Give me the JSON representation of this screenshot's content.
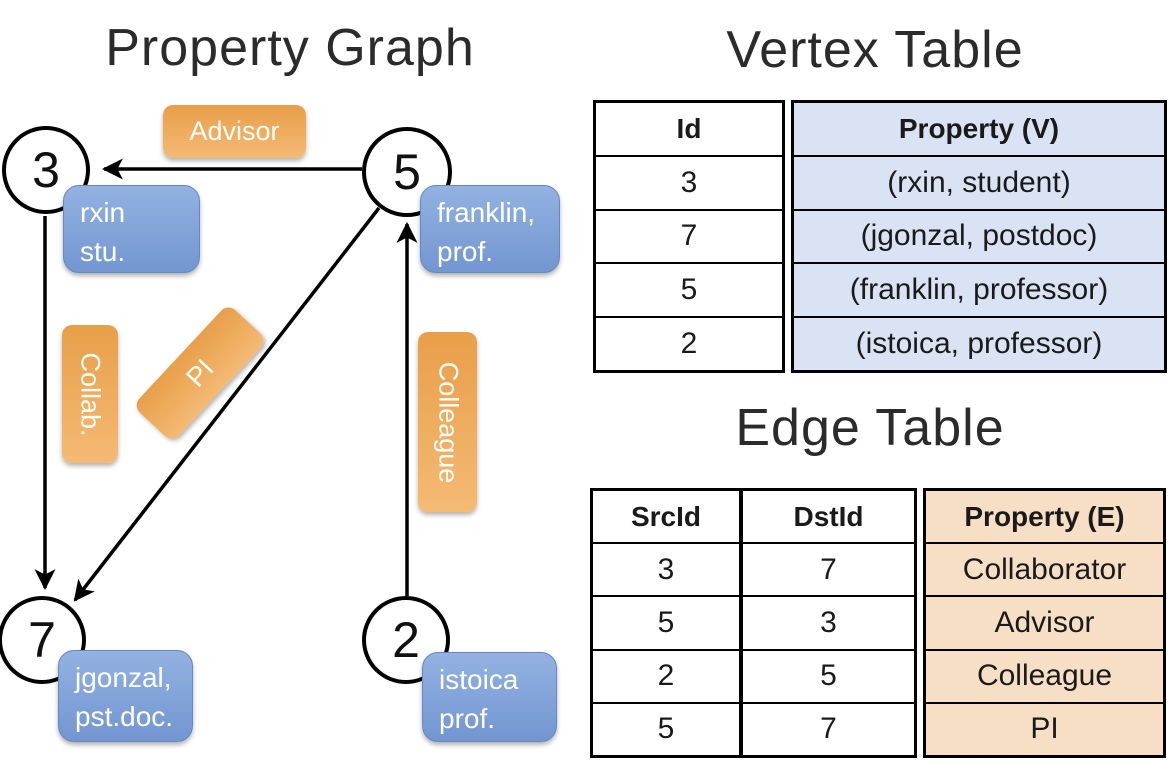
{
  "titles": {
    "graph": "Property Graph",
    "vertex_table": "Vertex Table",
    "edge_table": "Edge Table"
  },
  "graph": {
    "nodes": [
      {
        "id": "3"
      },
      {
        "id": "5"
      },
      {
        "id": "7"
      },
      {
        "id": "2"
      }
    ],
    "vertex_labels": [
      {
        "lines": [
          "rxin",
          "stu."
        ]
      },
      {
        "lines": [
          "franklin,",
          "prof."
        ]
      },
      {
        "lines": [
          "jgonzal,",
          "pst.doc."
        ]
      },
      {
        "lines": [
          "istoica",
          "prof."
        ]
      }
    ],
    "edge_labels": [
      {
        "label": "Advisor"
      },
      {
        "label": "Collab."
      },
      {
        "label": "PI"
      },
      {
        "label": "Colleague"
      }
    ],
    "edges": [
      {
        "from": "5",
        "to": "3",
        "label": "Advisor"
      },
      {
        "from": "3",
        "to": "7",
        "label": "Collab."
      },
      {
        "from": "5",
        "to": "7",
        "label": "PI"
      },
      {
        "from": "2",
        "to": "5",
        "label": "Colleague"
      }
    ]
  },
  "vertex_table": {
    "headers": [
      "Id",
      "Property (V)"
    ],
    "rows": [
      [
        "3",
        "(rxin, student)"
      ],
      [
        "7",
        "(jgonzal, postdoc)"
      ],
      [
        "5",
        "(franklin, professor)"
      ],
      [
        "2",
        "(istoica, professor)"
      ]
    ]
  },
  "edge_table": {
    "headers": [
      "SrcId",
      "DstId",
      "Property (E)"
    ],
    "rows": [
      [
        "3",
        "7",
        "Collaborator"
      ],
      [
        "5",
        "3",
        "Advisor"
      ],
      [
        "2",
        "5",
        "Colleague"
      ],
      [
        "5",
        "7",
        "PI"
      ]
    ]
  },
  "colors": {
    "edge_label_orange": "#EDA753",
    "vertex_box_blue": "#85A6DB",
    "vertex_property_bg": "#D9E3F4",
    "edge_property_bg": "#F6DFC5",
    "line_black": "#000000"
  }
}
